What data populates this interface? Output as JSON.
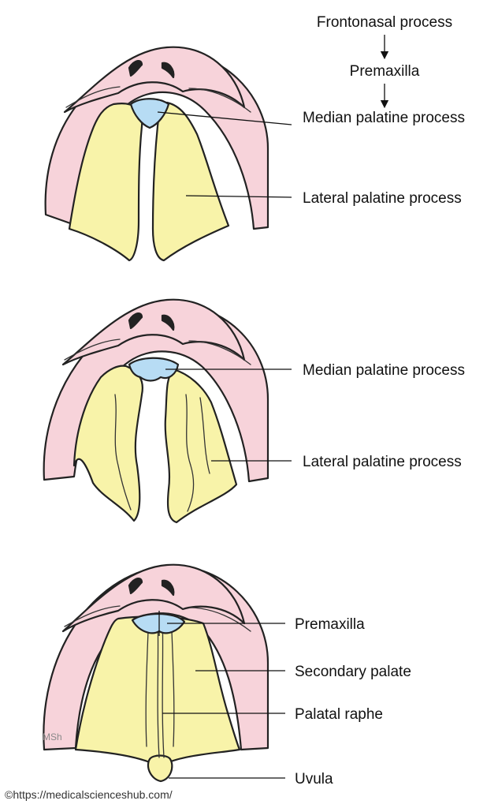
{
  "colors": {
    "face": "#f7d3da",
    "lateral": "#f8f3a9",
    "median": "#b7dcf4",
    "outline": "#222222"
  },
  "panel1": {
    "flow": [
      "Frontonasal process",
      "Premaxilla"
    ],
    "median_label": "Median palatine process",
    "lateral_label": "Lateral palatine process"
  },
  "panel2": {
    "median_label": "Median palatine process",
    "lateral_label": "Lateral palatine process"
  },
  "panel3": {
    "premaxilla_label": "Premaxilla",
    "secondary_label": "Secondary palate",
    "raphe_label": "Palatal raphe",
    "uvula_label": "Uvula",
    "watermark": "MSh"
  },
  "credit": "©https://medicalscienceshub.com/"
}
